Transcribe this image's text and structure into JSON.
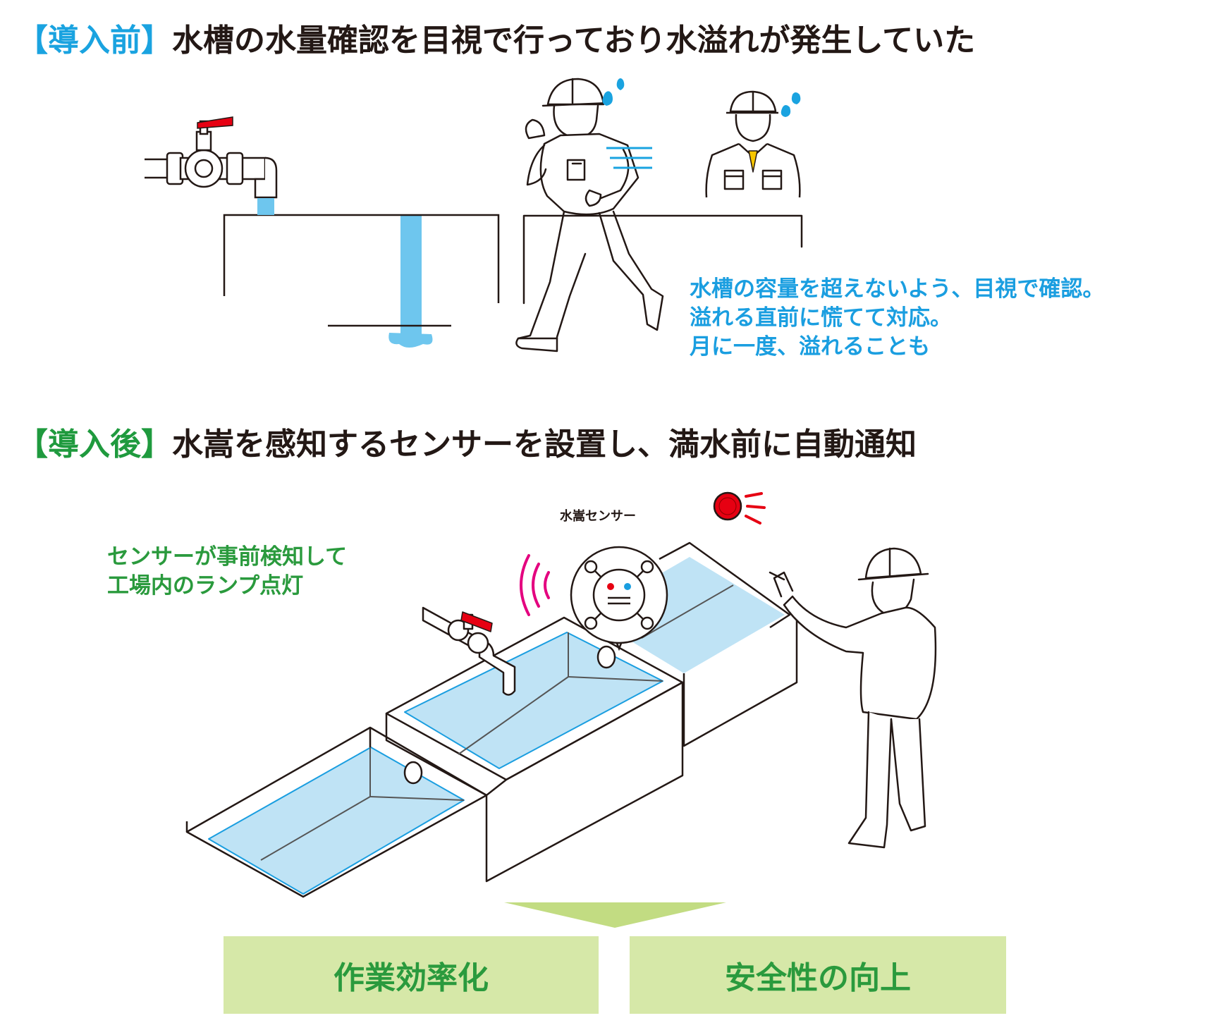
{
  "colors": {
    "before_accent": "#1aa3e0",
    "after_accent": "#1f9a3e",
    "water": "#bfe3f5",
    "water_stream": "#6ec6ee",
    "benefit_bg": "#d6e8a8",
    "alarm_red": "#e60012",
    "signal_pink": "#e4007f"
  },
  "before": {
    "tag": "【導入前】",
    "title": "水槽の水量確認を目視で行っており水溢れが発生していた",
    "note_lines": [
      "水槽の容量を超えないよう、目視で確認。",
      "溢れる直前に慌てて対応。",
      "月に一度、溢れることも"
    ]
  },
  "after": {
    "tag": "【導入後】",
    "title": "水嵩を感知するセンサーを設置し、満水前に自動通知",
    "sensor_label": "水嵩センサー",
    "note_lines": [
      "センサーが事前検知して",
      "工場内のランプ点灯"
    ]
  },
  "benefits": [
    "作業効率化",
    "安全性の向上"
  ]
}
